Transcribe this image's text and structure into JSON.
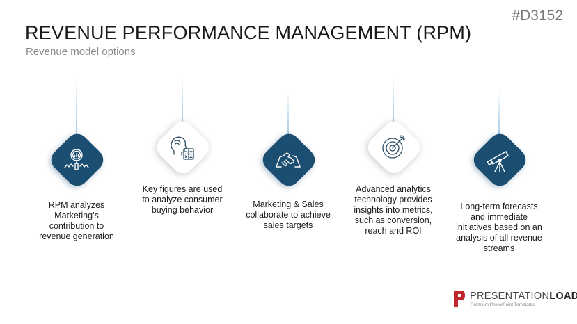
{
  "header": {
    "title": "REVENUE PERFORMANCE MANAGEMENT (RPM)",
    "subtitle": "Revenue model options",
    "code": "#D3152"
  },
  "colors": {
    "accent": "#1c4e72",
    "line": "#96c3e1",
    "text": "#1a1a1a"
  },
  "items": [
    {
      "icon": "analytics-magnifier-icon",
      "style": "dark",
      "lines": [
        "RPM analyzes",
        "Marketing’s",
        "contribution to",
        "revenue generation"
      ]
    },
    {
      "icon": "head-calculator-icon",
      "style": "light",
      "lines": [
        "Key figures are used",
        "to analyze consumer",
        "buying behavior"
      ]
    },
    {
      "icon": "handshake-icon",
      "style": "dark",
      "lines": [
        "Marketing & Sales",
        "collaborate to achieve",
        "sales targets"
      ]
    },
    {
      "icon": "target-arrow-icon",
      "style": "light",
      "lines": [
        "Advanced analytics",
        "technology provides",
        "insights into metrics,",
        "such as conversion,",
        "reach and ROI"
      ]
    },
    {
      "icon": "telescope-icon",
      "style": "dark",
      "lines": [
        "Long-term forecasts",
        "and immediate",
        "initiatives based on an",
        "analysis of all revenue",
        "streams"
      ]
    }
  ],
  "logo": {
    "brand_light": "PRESENTATION",
    "brand_bold": "LOAD",
    "reg": "®",
    "tagline": "Premium PowerPoint Templates"
  }
}
